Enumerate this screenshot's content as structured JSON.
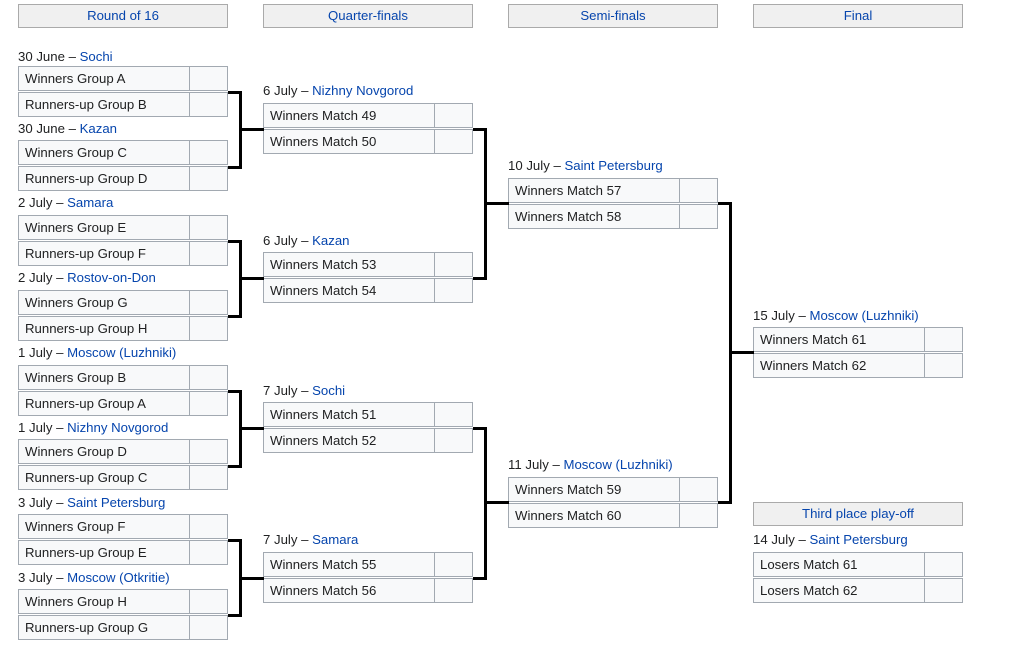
{
  "headers": {
    "round_of_16": "Round of 16",
    "quarter_finals": "Quarter-finals",
    "semi_finals": "Semi-finals",
    "final": "Final",
    "third_place": "Third place play-off"
  },
  "round_of_16": [
    {
      "date": "30 June",
      "dash": " – ",
      "venue": "Sochi",
      "team1": "Winners Group A",
      "score1": "",
      "team2": "Runners-up Group B",
      "score2": ""
    },
    {
      "date": "30 June",
      "dash": " – ",
      "venue": "Kazan",
      "team1": "Winners Group C",
      "score1": "",
      "team2": "Runners-up Group D",
      "score2": ""
    },
    {
      "date": "2 July",
      "dash": " – ",
      "venue": "Samara",
      "team1": "Winners Group E",
      "score1": "",
      "team2": "Runners-up Group F",
      "score2": ""
    },
    {
      "date": "2 July",
      "dash": " – ",
      "venue": "Rostov-on-Don",
      "team1": "Winners Group G",
      "score1": "",
      "team2": "Runners-up Group H",
      "score2": ""
    },
    {
      "date": "1 July",
      "dash": " – ",
      "venue": "Moscow (Luzhniki)",
      "team1": "Winners Group B",
      "score1": "",
      "team2": "Runners-up Group A",
      "score2": ""
    },
    {
      "date": "1 July",
      "dash": " – ",
      "venue": "Nizhny Novgorod",
      "team1": "Winners Group D",
      "score1": "",
      "team2": "Runners-up Group C",
      "score2": ""
    },
    {
      "date": "3 July",
      "dash": " – ",
      "venue": "Saint Petersburg",
      "team1": "Winners Group F",
      "score1": "",
      "team2": "Runners-up Group E",
      "score2": ""
    },
    {
      "date": "3 July",
      "dash": " – ",
      "venue": "Moscow (Otkritie)",
      "team1": "Winners Group H",
      "score1": "",
      "team2": "Runners-up Group G",
      "score2": ""
    }
  ],
  "quarter_finals": [
    {
      "date": "6 July",
      "dash": " – ",
      "venue": "Nizhny Novgorod",
      "team1": "Winners Match 49",
      "score1": "",
      "team2": "Winners Match 50",
      "score2": ""
    },
    {
      "date": "6 July",
      "dash": " – ",
      "venue": "Kazan",
      "team1": "Winners Match 53",
      "score1": "",
      "team2": "Winners Match 54",
      "score2": ""
    },
    {
      "date": "7 July",
      "dash": " – ",
      "venue": "Sochi",
      "team1": "Winners Match 51",
      "score1": "",
      "team2": "Winners Match 52",
      "score2": ""
    },
    {
      "date": "7 July",
      "dash": " – ",
      "venue": "Samara",
      "team1": "Winners Match 55",
      "score1": "",
      "team2": "Winners Match 56",
      "score2": ""
    }
  ],
  "semi_finals": [
    {
      "date": "10 July",
      "dash": " – ",
      "venue": "Saint Petersburg",
      "team1": "Winners Match 57",
      "score1": "",
      "team2": "Winners Match 58",
      "score2": ""
    },
    {
      "date": "11 July",
      "dash": " – ",
      "venue": "Moscow (Luzhniki)",
      "team1": "Winners Match 59",
      "score1": "",
      "team2": "Winners Match 60",
      "score2": ""
    }
  ],
  "final": {
    "date": "15 July",
    "dash": " – ",
    "venue": "Moscow (Luzhniki)",
    "team1": "Winners Match 61",
    "score1": "",
    "team2": "Winners Match 62",
    "score2": ""
  },
  "third_place": {
    "date": "14 July",
    "dash": " – ",
    "venue": "Saint Petersburg",
    "team1": "Losers Match 61",
    "score1": "",
    "team2": "Losers Match 62",
    "score2": ""
  },
  "colors": {
    "link": "#0645ad",
    "header_bg": "#f0f0f0",
    "cell_bg": "#f8f9fa",
    "cell_border": "#a2a9b1",
    "connector": "#000000"
  }
}
